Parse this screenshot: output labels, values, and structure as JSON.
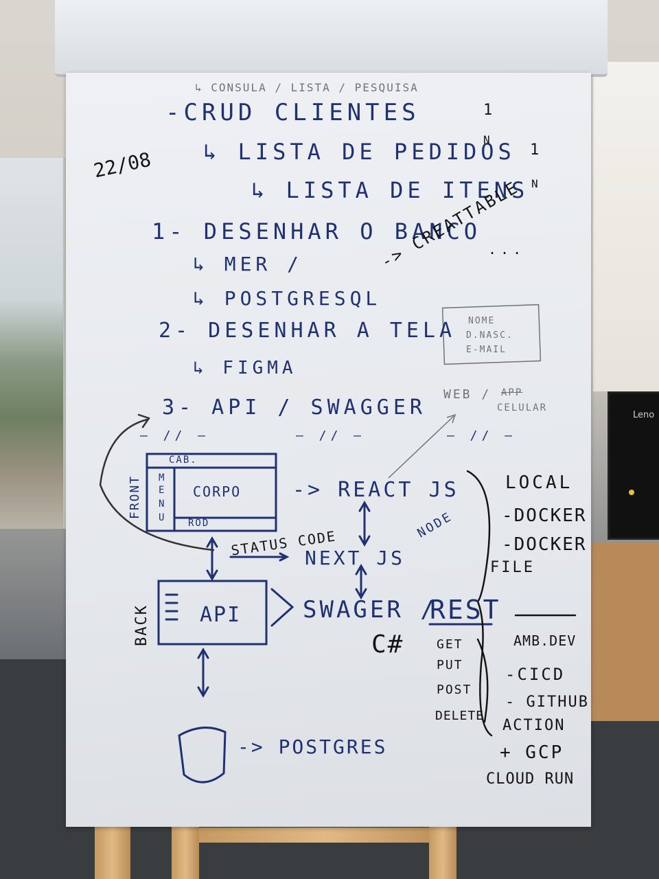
{
  "sheet": {
    "subtitle": "↳ CONSULA / LISTA / PESQUISA",
    "title": "-CRUD CLIENTES",
    "date": "22/08",
    "sub1": "↳ LISTA DE PEDIDOS",
    "sub2": "↳ LISTA DE ITENS",
    "card1": "1",
    "cardN": "N",
    "step1": "1- DESENHAR O BANCO",
    "step1a": "↳ MER /",
    "step1b": "↳ POSTGRESQL",
    "create": "-> CREATTABLE",
    "dots": "...",
    "step2": "2- DESENHAR A TELA",
    "step2a": "↳ FIGMA",
    "step3": "3- API / SWAGGER",
    "ditto": "—  //  —",
    "form_fields": [
      "NOME",
      "D.NASC.",
      "E-MAIL"
    ],
    "web_label": "WEB /",
    "app_struck": "APP",
    "celular": "CELULAR"
  },
  "front": {
    "side_label": "FRONT",
    "cab": "CAB.",
    "menu": [
      "M",
      "E",
      "N",
      "U"
    ],
    "corpo": "CORPO",
    "rod": "ROD",
    "react": "-> REACT JS",
    "status": "STATUS CODE",
    "next": "NEXT JS",
    "node": "NODE"
  },
  "back": {
    "side_label": "BACK",
    "api": "API",
    "swagger": "SWAGER /",
    "rest": "REST",
    "csharp": "C#",
    "methods": [
      "GET",
      "PUT",
      "POST",
      "DELETE"
    ],
    "postgres": "-> POSTGRES"
  },
  "infra": {
    "local": "LOCAL",
    "docker": "-DOCKER",
    "dockerfile": "-DOCKER",
    "file": "FILE",
    "amb": "AMB.DEV",
    "cicd": "-CICD",
    "github": "- GITHUB",
    "action": "ACTION",
    "gcp": "+ GCP",
    "cloudrun": "CLOUD RUN"
  },
  "monitor_brand": "Leno",
  "colors": {
    "marker_blue": "#1f3170",
    "marker_black": "#141414",
    "paper": "#e8ebef"
  }
}
